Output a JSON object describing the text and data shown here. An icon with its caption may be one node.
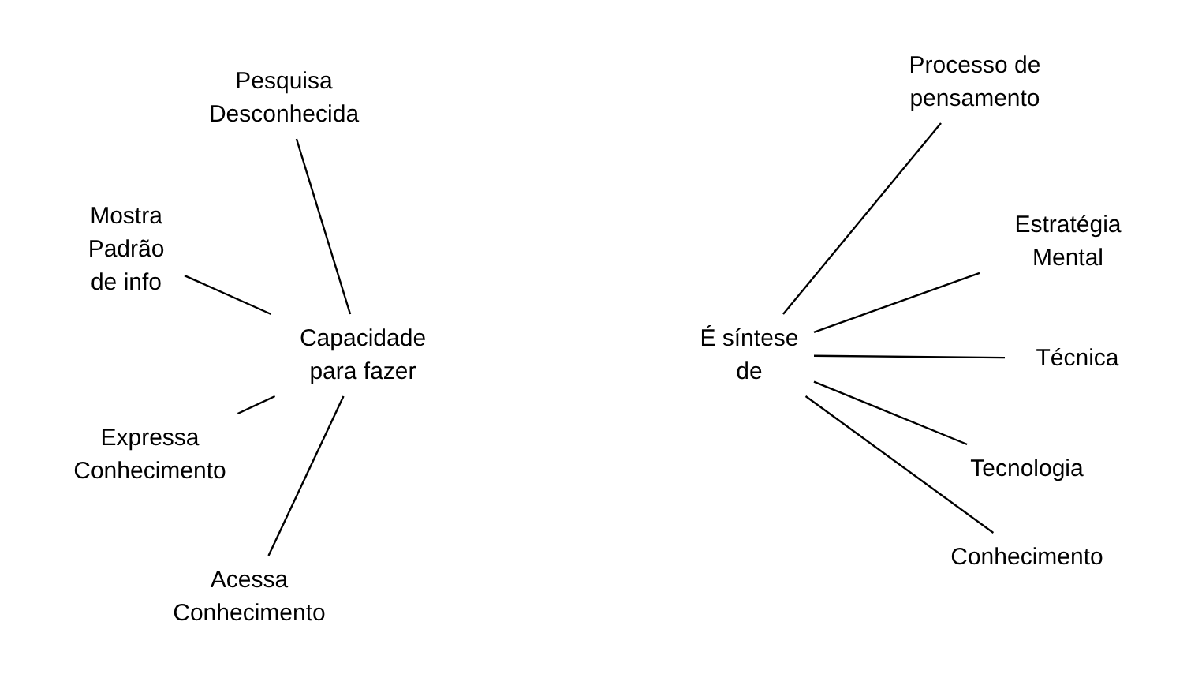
{
  "diagram": {
    "nodes": [
      {
        "text": [
          "Capacidade para fazer"
        ]
      },
      {
        "text": [
          "Pesquisa Desconhecida"
        ]
      },
      {
        "text": [
          "Mostra Padrão de info"
        ]
      },
      {
        "text": [
          "Expressa Conhecimento"
        ]
      },
      {
        "text": [
          "Acessa Conhecimento"
        ]
      },
      {
        "text": [
          "É síntese de"
        ]
      },
      {
        "text": [
          "Processo de pensamento"
        ]
      },
      {
        "text": [
          "Estratégia Mental"
        ]
      },
      {
        "text": [
          "Técnica"
        ]
      },
      {
        "text": [
          "Tecnologia"
        ]
      },
      {
        "text": [
          "Conhecimento"
        ]
      }
    ],
    "edges": [
      {
        "from": 0,
        "to": 1,
        "arrow": "none"
      },
      {
        "from": 0,
        "to": 2,
        "arrow": "none"
      },
      {
        "from": 0,
        "to": 3,
        "arrow": "none"
      },
      {
        "from": 0,
        "to": 4,
        "arrow": "none"
      },
      {
        "from": 5,
        "to": 6,
        "arrow": "none"
      },
      {
        "from": 5,
        "to": 7,
        "arrow": "none"
      },
      {
        "from": 5,
        "to": 8,
        "arrow": "none"
      },
      {
        "from": 5,
        "to": 9,
        "arrow": "none"
      },
      {
        "from": 5,
        "to": 10,
        "arrow": "none"
      }
    ]
  }
}
